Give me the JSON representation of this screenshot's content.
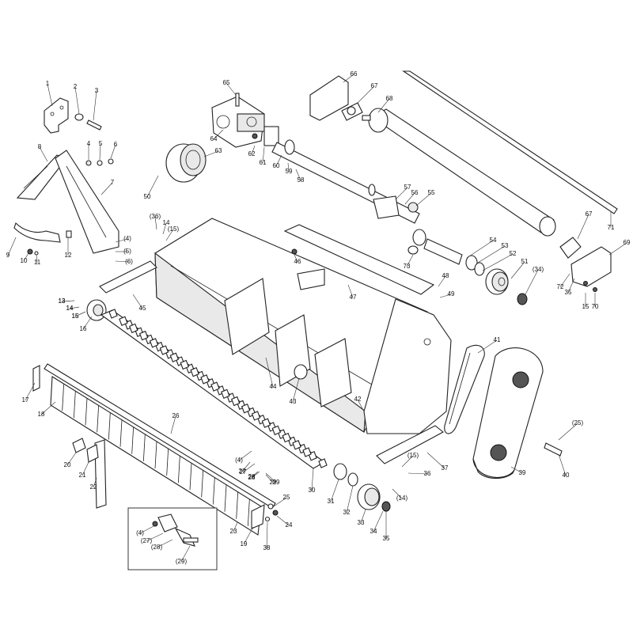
{
  "callouts": [
    {
      "id": "c1",
      "text": "1"
    },
    {
      "id": "c2",
      "text": "2"
    },
    {
      "id": "c3",
      "text": "3"
    },
    {
      "id": "c4",
      "text": "4"
    },
    {
      "id": "c5",
      "text": "5"
    },
    {
      "id": "c6",
      "text": "6"
    },
    {
      "id": "c7",
      "text": "7"
    },
    {
      "id": "c8",
      "text": "8"
    },
    {
      "id": "c9",
      "text": "9"
    },
    {
      "id": "c10",
      "text": "10"
    },
    {
      "id": "c11",
      "text": "11"
    },
    {
      "id": "c12",
      "text": "12"
    },
    {
      "id": "c13",
      "text": "13"
    },
    {
      "id": "c14",
      "text": "14"
    },
    {
      "id": "c15",
      "text": "15"
    },
    {
      "id": "c16",
      "text": "16"
    },
    {
      "id": "c17",
      "text": "17"
    },
    {
      "id": "c18",
      "text": "18"
    },
    {
      "id": "c19",
      "text": "19"
    },
    {
      "id": "c20",
      "text": "20"
    },
    {
      "id": "c21",
      "text": "21"
    },
    {
      "id": "c22",
      "text": "22"
    },
    {
      "id": "c23",
      "text": "23"
    },
    {
      "id": "c24",
      "text": "24"
    },
    {
      "id": "c25",
      "text": "25"
    },
    {
      "id": "c26",
      "text": "26"
    },
    {
      "id": "c27",
      "text": "27"
    },
    {
      "id": "c28",
      "text": "28"
    },
    {
      "id": "c29",
      "text": "29"
    },
    {
      "id": "c30",
      "text": "30"
    },
    {
      "id": "c31",
      "text": "31"
    },
    {
      "id": "c32",
      "text": "32"
    },
    {
      "id": "c33",
      "text": "33"
    },
    {
      "id": "c34",
      "text": "34"
    },
    {
      "id": "c35",
      "text": "35"
    },
    {
      "id": "c36",
      "text": "36"
    },
    {
      "id": "c37",
      "text": "37"
    },
    {
      "id": "c38",
      "text": "38"
    },
    {
      "id": "c39",
      "text": "39"
    },
    {
      "id": "c40",
      "text": "40"
    },
    {
      "id": "c41",
      "text": "41"
    },
    {
      "id": "c42",
      "text": "42"
    },
    {
      "id": "c43",
      "text": "43"
    },
    {
      "id": "c44",
      "text": "44"
    },
    {
      "id": "c45",
      "text": "45"
    },
    {
      "id": "c46",
      "text": "46"
    },
    {
      "id": "c47",
      "text": "47"
    },
    {
      "id": "c48",
      "text": "48"
    },
    {
      "id": "c49",
      "text": "49"
    },
    {
      "id": "c50",
      "text": "50"
    },
    {
      "id": "c51",
      "text": "51"
    },
    {
      "id": "c52",
      "text": "52"
    },
    {
      "id": "c53",
      "text": "53"
    },
    {
      "id": "c54",
      "text": "54"
    },
    {
      "id": "c55",
      "text": "55"
    },
    {
      "id": "c56",
      "text": "56"
    },
    {
      "id": "c57",
      "text": "57"
    },
    {
      "id": "c58",
      "text": "58"
    },
    {
      "id": "c59",
      "text": "59"
    },
    {
      "id": "c60",
      "text": "60"
    },
    {
      "id": "c61",
      "text": "61"
    },
    {
      "id": "c62",
      "text": "62"
    },
    {
      "id": "c63",
      "text": "63"
    },
    {
      "id": "c64",
      "text": "64"
    },
    {
      "id": "c65",
      "text": "65"
    },
    {
      "id": "c66",
      "text": "66"
    },
    {
      "id": "c67",
      "text": "67"
    },
    {
      "id": "c68",
      "text": "68"
    },
    {
      "id": "c69",
      "text": "69"
    },
    {
      "id": "c70",
      "text": "70"
    },
    {
      "id": "c71",
      "text": "71"
    },
    {
      "id": "c72",
      "text": "72"
    },
    {
      "id": "c73",
      "text": "73"
    },
    {
      "id": "c4b",
      "text": "(4)"
    },
    {
      "id": "c5b",
      "text": "(5)"
    },
    {
      "id": "c6b",
      "text": "(6)"
    },
    {
      "id": "c36b",
      "text": "(36)"
    },
    {
      "id": "c14b",
      "text": "14"
    },
    {
      "id": "c15b",
      "text": "(15)"
    },
    {
      "id": "c13b",
      "text": "13"
    },
    {
      "id": "c14c",
      "text": "14"
    },
    {
      "id": "c15c",
      "text": "15"
    },
    {
      "id": "c15d",
      "text": "(15)"
    },
    {
      "id": "c14d",
      "text": "(14)"
    },
    {
      "id": "c25b",
      "text": "(25)"
    },
    {
      "id": "c34b",
      "text": "(34)"
    },
    {
      "id": "c35b",
      "text": "35"
    },
    {
      "id": "c15e",
      "text": "15"
    },
    {
      "id": "c67b",
      "text": "67"
    },
    {
      "id": "c4c",
      "text": "(4)"
    },
    {
      "id": "c27b",
      "text": "27"
    },
    {
      "id": "c28b",
      "text": "28"
    },
    {
      "id": "c29b",
      "text": "29"
    },
    {
      "id": "d4",
      "text": "(4)"
    },
    {
      "id": "d27",
      "text": "(27)"
    },
    {
      "id": "d28",
      "text": "(28)"
    },
    {
      "id": "d29",
      "text": "(29)"
    }
  ],
  "colors": {
    "line": "#222222",
    "background": "#ffffff",
    "hatch": "#555555"
  }
}
